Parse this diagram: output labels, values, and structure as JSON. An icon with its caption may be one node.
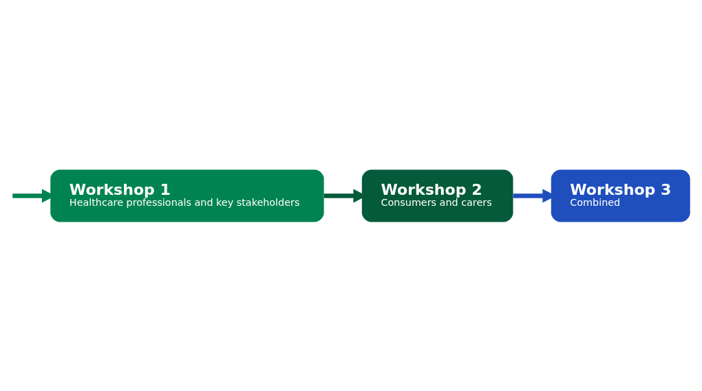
{
  "diagram": {
    "nodes": [
      {
        "text": [
          "Workshop 1",
          "Healthcare professionals and key stakeholders"
        ]
      },
      {
        "text": [
          "Workshop 2",
          "Consumers and carers"
        ]
      },
      {
        "text": [
          "Workshop 3",
          "Combined"
        ]
      }
    ],
    "edges": [
      {
        "from": null,
        "to": 0,
        "arrow": "to",
        "color": "#008350"
      },
      {
        "from": 0,
        "to": 1,
        "arrow": "to",
        "color": "#045a3a"
      },
      {
        "from": 1,
        "to": 2,
        "arrow": "to",
        "color": "#1f4fbd"
      }
    ]
  }
}
